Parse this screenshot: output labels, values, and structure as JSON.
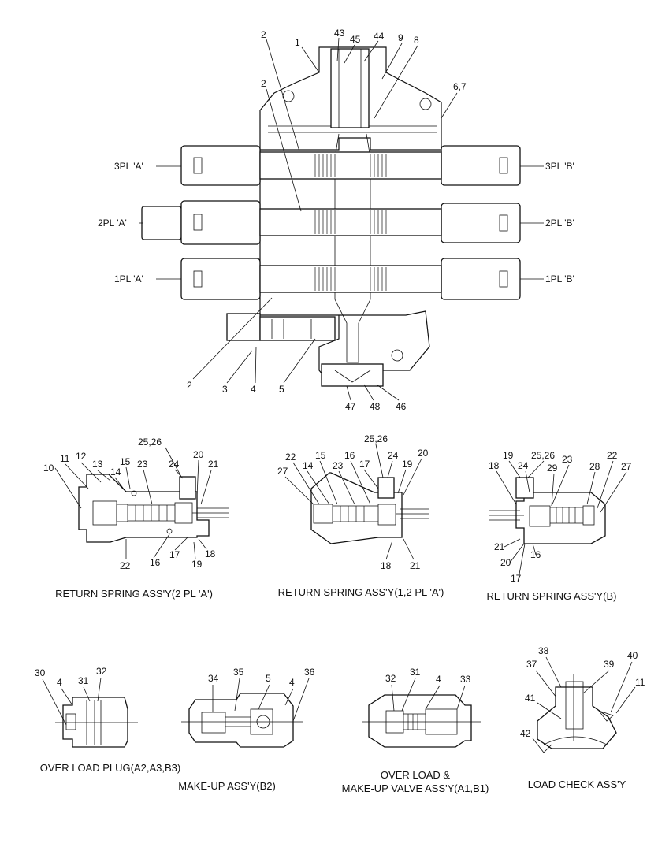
{
  "main_view": {
    "port_labels": {
      "pl3a": "3PL 'A'",
      "pl3b": "3PL 'B'",
      "pl2a": "2PL 'A'",
      "pl2b": "2PL 'B'",
      "pl1a": "1PL 'A'",
      "pl1b": "1PL 'B'"
    },
    "callouts": [
      "2",
      "43",
      "45",
      "44",
      "9",
      "8",
      "1",
      "2",
      "6,7",
      "2",
      "3",
      "4",
      "5",
      "47",
      "48",
      "46"
    ]
  },
  "return_spring_2pla": {
    "caption": "RETURN SPRING ASS'Y(2 PL 'A')",
    "callouts": [
      "25,26",
      "10",
      "11",
      "12",
      "13",
      "15",
      "14",
      "23",
      "24",
      "20",
      "21",
      "22",
      "16",
      "17",
      "18",
      "19"
    ]
  },
  "return_spring_12pla": {
    "caption": "RETURN SPRING ASS'Y(1,2 PL 'A')",
    "callouts": [
      "25,26",
      "22",
      "15",
      "16",
      "17",
      "24",
      "20",
      "27",
      "14",
      "23",
      "19",
      "18",
      "21"
    ]
  },
  "return_spring_b": {
    "caption": "RETURN SPRING ASS'Y(B)",
    "callouts": [
      "19",
      "25,26",
      "18",
      "24",
      "23",
      "22",
      "29",
      "28",
      "27",
      "21",
      "20",
      "16",
      "17"
    ]
  },
  "overload_plug": {
    "caption": "OVER LOAD PLUG(A2,A3,B3)",
    "callouts": [
      "30",
      "4",
      "31",
      "32"
    ]
  },
  "makeup_assy": {
    "caption": "MAKE-UP ASS'Y(B2)",
    "callouts": [
      "34",
      "35",
      "5",
      "4",
      "36"
    ]
  },
  "overload_makeup": {
    "caption_line1": "OVER LOAD &",
    "caption_line2": "MAKE-UP VALVE ASS'Y(A1,B1)",
    "callouts": [
      "32",
      "31",
      "4",
      "33"
    ]
  },
  "load_check": {
    "caption": "LOAD CHECK ASS'Y",
    "callouts": [
      "38",
      "37",
      "39",
      "40",
      "11",
      "41",
      "42"
    ]
  }
}
